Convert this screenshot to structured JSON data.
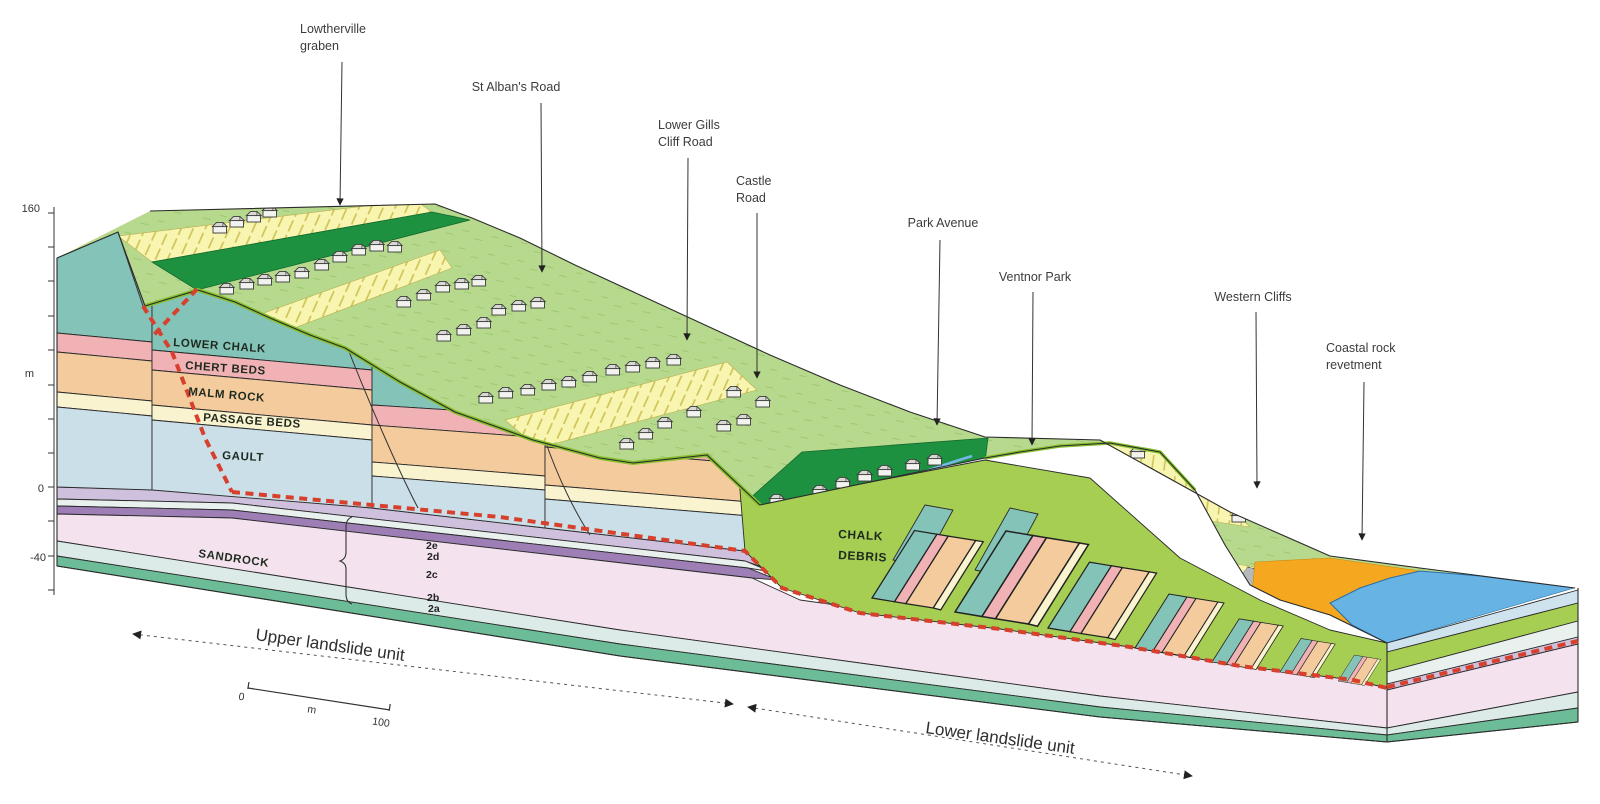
{
  "axis": {
    "tick_160": "160",
    "unit": "m",
    "tick_0": "0",
    "tick_neg40": "-40"
  },
  "annotations": {
    "lowtherville": {
      "line1": "Lowtherville",
      "line2": "graben"
    },
    "st_albans": {
      "label": "St Alban's Road"
    },
    "lower_gills": {
      "line1": "Lower Gills",
      "line2": "Cliff Road"
    },
    "castle_road": {
      "line1": "Castle",
      "line2": "Road"
    },
    "park_avenue": {
      "label": "Park Avenue"
    },
    "ventnor_park": {
      "label": "Ventnor Park"
    },
    "western_cliffs": {
      "label": "Western Cliffs"
    },
    "coastal_revetment": {
      "line1": "Coastal rock",
      "line2": "revetment"
    }
  },
  "strata": {
    "lower_chalk": "LOWER CHALK",
    "chert_beds": "CHERT BEDS",
    "malm_rock": "MALM ROCK",
    "passage_beds": "PASSAGE BEDS",
    "gault": "GAULT",
    "sandrock": "SANDROCK",
    "chalk_debris": {
      "line1": "CHALK",
      "line2": "DEBRIS"
    },
    "codes": {
      "e": "2e",
      "d": "2d",
      "c": "2c",
      "b": "2b",
      "a": "2a"
    }
  },
  "landslide_units": {
    "upper": "Upper landslide unit",
    "lower": "Lower landslide unit"
  },
  "scale_bar": {
    "start": "0",
    "unit": "m",
    "end": "100"
  },
  "icons": {
    "house": "house-icon",
    "arrowhead": "arrowhead-icon"
  },
  "colors": {
    "lower_chalk": "#84c3b8",
    "chert_beds": "#f0b2b4",
    "malm_rock": "#f3cb9c",
    "passage_beds": "#faf3cf",
    "gault": "#cbdfe9",
    "carstone_band": "#cfc0dd",
    "sand_2e": "#e9f1ee",
    "sand_2d": "#9d7eb5",
    "sandrock_2c": "#f4e3ef",
    "sand_2b": "#dcebe7",
    "sand_2a": "#6cbc97",
    "grass": "#b7d98d",
    "graben_green": "#1d9140",
    "chalk_debris": "#a5ce52",
    "road_yellow": "#f8f5b0",
    "sea": "#66b3e4",
    "beach": "#f4a71f",
    "revetment": "#b5b9bc",
    "shear_red": "#d6402c"
  }
}
